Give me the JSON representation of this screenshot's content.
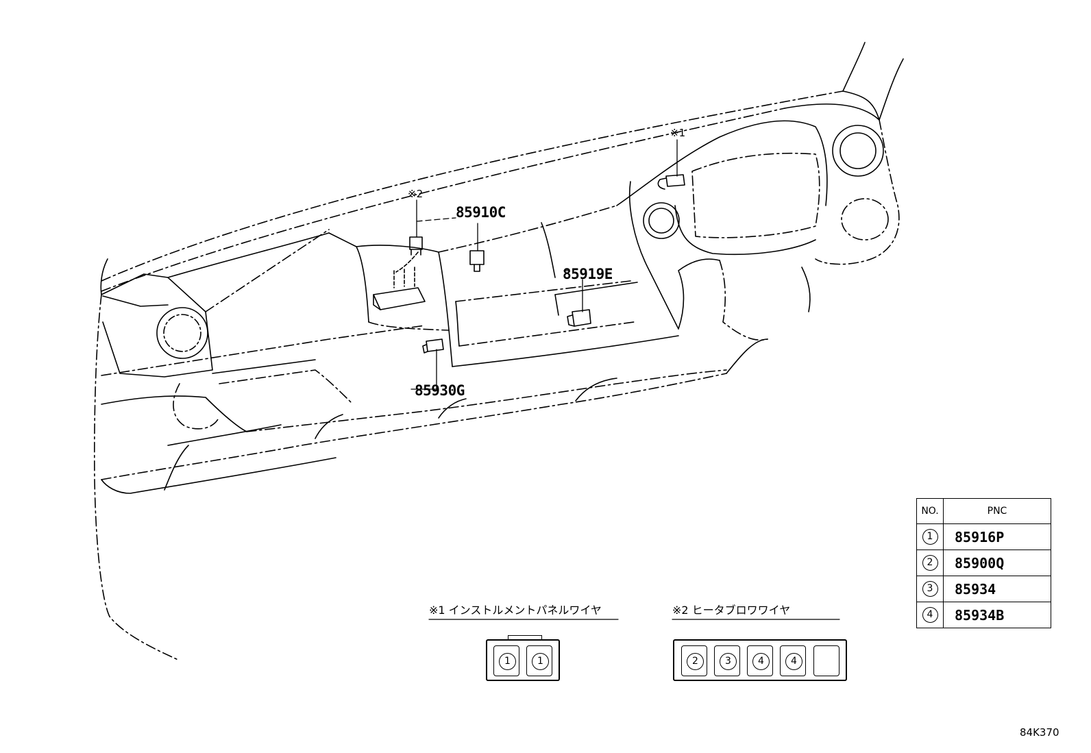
{
  "callouts": {
    "part_85910c": "85910C",
    "part_85919e": "85919E",
    "part_85930g": "85930G",
    "mark_1": "※1",
    "mark_2": "※2"
  },
  "connectors": {
    "wire1_title": "※1 インストルメントパネルワイヤ",
    "wire1_slots": [
      "1",
      "1"
    ],
    "wire2_title": "※2 ヒータブロワワイヤ",
    "wire2_slots": [
      "2",
      "3",
      "4",
      "4",
      ""
    ]
  },
  "pnc_table": {
    "header_no": "NO.",
    "header_pnc": "PNC",
    "rows": [
      {
        "no": "1",
        "pnc": "85916P"
      },
      {
        "no": "2",
        "pnc": "85900Q"
      },
      {
        "no": "3",
        "pnc": "85934"
      },
      {
        "no": "4",
        "pnc": "85934B"
      }
    ]
  },
  "drawing_number": "84K370"
}
